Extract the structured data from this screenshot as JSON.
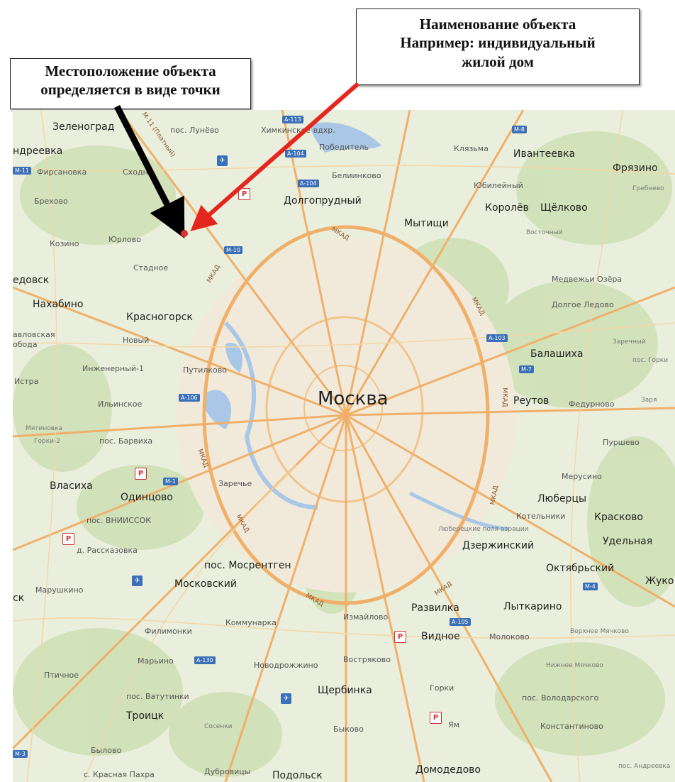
{
  "callouts": {
    "location": {
      "line1": "Местоположение    объекта",
      "line2": "определяется в виде точки"
    },
    "name": {
      "line1": "Наименование объекта",
      "line2": "Например: индивидуальный",
      "line3": "жилой дом"
    }
  },
  "map": {
    "city": "Москва",
    "labels": {
      "zelenograd": "Зеленоград",
      "andreevka": "ндреевка",
      "firsanovka": "Фирсановка",
      "brekhovo": "Брехово",
      "kozino": "Козино",
      "yurlovo": "Юрлово",
      "stolnoe": "Стадное",
      "nakhabino": "Нахабино",
      "krasnogorsk": "Красногорск",
      "pavlovskaya": "авловская",
      "sloboda": "обода",
      "novy": "Новый",
      "inzhenerny": "Инженерный-1",
      "putilkovo": "Путилково",
      "istra": "Истра",
      "ilinskoe": "Ильинское",
      "mitino": "Мятиновка",
      "gorki2": "Горки-2",
      "barvikha": "пос. Барвиха",
      "edovsk": "едовск",
      "vlasikha": "Власиха",
      "odintsovo": "Одинцово",
      "zarechye": "Заречье",
      "vniissok": "пос. ВНИИССОК",
      "raskazovka": "д. Рассказовка",
      "mosrentgen": "пос. Мосрентген",
      "moskovsky": "Московский",
      "marushkino": "Марушкино",
      "sk": "ск",
      "kommunarka": "Коммунарка",
      "filimonki": "Филимонки",
      "marino": "Марьино",
      "novozhrokhovo": "Новодрожжино",
      "pervoe": "Птичное",
      "vatutinki": "пос. Ватутинки",
      "troitsk": "Троицк",
      "sosenki": "Сосенки",
      "bylovo": "Былово",
      "krasnaya_pakhra": "с. Красная Пахра",
      "dubrovitsy": "Дубровицы",
      "podolsk": "Подольск",
      "lunevo": "пос. Лунёво",
      "khimki_res": "Химкинское вдхр.",
      "pobeditel": "Победитель",
      "elinnikovo": "Белиинково",
      "dolgoprudny": "Долгопрудный",
      "mytishchi": "Мытищи",
      "klyazma": "Клязьма",
      "ivanteevka": "Ивантеевка",
      "fryazino": "Фрязино",
      "grebnevo": "Гребнево",
      "yubileyny": "Юбилейный",
      "korolev": "Королёв",
      "shchelkovo": "Щёлково",
      "vostochny": "Восточный",
      "medvezhi": "Медвежьи Озёра",
      "dolgoe_ledovo": "Долгое Ледово",
      "balashikha": "Балашиха",
      "zarechny": "Заречный",
      "reutov": "Реутов",
      "fedurnovo": "Федурново",
      "pushino": "Пуршево",
      "merusino": "Мерусино",
      "lyubertsy": "Люберцы",
      "kotelniki": "Котельники",
      "kraskovo": "Красково",
      "dzerzhinsky": "Дзержинский",
      "udelnaya": "Удельная",
      "oktyabrsky": "Октябрьский",
      "zhuk": "Жуко",
      "lytkarino": "Лыткарино",
      "razvilka": "Развилка",
      "izmaylovo": "Измайлово",
      "vidnoe": "Видное",
      "molokovo": "Молоково",
      "vostryakovo": "Востряково",
      "verkhnee": "Верхнее Мячково",
      "nizhnee": "Нижнее Мячково",
      "shcherbinka": "Щербинка",
      "gorki": "Горки",
      "yam": "Ям",
      "volodarskoe": "пос. Володарского",
      "konstantinovo": "Константиново",
      "bykovo": "Быково",
      "domodedovo": "Домодедово",
      "andreevka_e": "пос. Андреевка",
      "lyubertsy_fields": "Люберецкие поля аэрации",
      "gorki_e": "пос. Горки",
      "zarya": "Заря",
      "skhodnya": "Сходня"
    },
    "mkad_label": "МКАД",
    "shields": {
      "a113": "А-113",
      "a104a": "А-104",
      "a104b": "А-104",
      "m11": "М-11",
      "m10": "М-10",
      "m8": "М-8",
      "m7": "М-7",
      "a103": "А-103",
      "a106": "А-106",
      "m1": "М-1",
      "m4": "М-4",
      "a105": "А-105",
      "a130": "А-130",
      "m3": "М-3"
    },
    "road_label": "М-11 (Платный)",
    "poi_parking": "P",
    "poi_airport": "✈"
  }
}
